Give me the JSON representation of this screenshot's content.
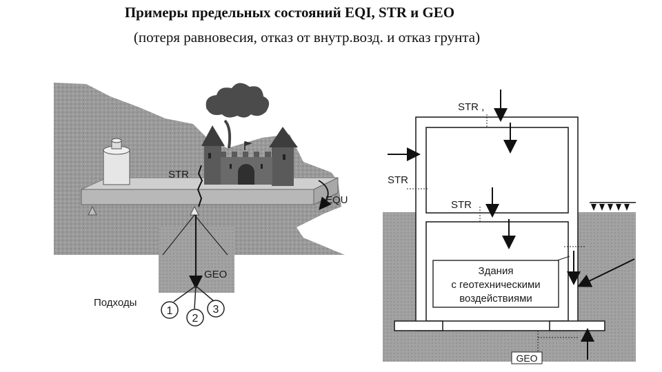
{
  "title": "Примеры предельных состояний  EQI, STR и GEO",
  "subtitle": "(потеря равновесия, отказ от внутр.возд. и отказ грунта)",
  "left_diagram": {
    "str_label": "STR",
    "equ_label": "EQU",
    "geo_label": "GEO",
    "approaches_label": "Подходы",
    "approach_1": "1",
    "approach_2": "2",
    "approach_3": "3"
  },
  "right_diagram": {
    "str_top_label": "STR ,",
    "str_side_label": "STR",
    "str_mid_label": "STR",
    "box_line1": "Здания",
    "box_line2": "с геотехническими",
    "box_line3": "воздействиями",
    "geo_label": "GEO"
  }
}
